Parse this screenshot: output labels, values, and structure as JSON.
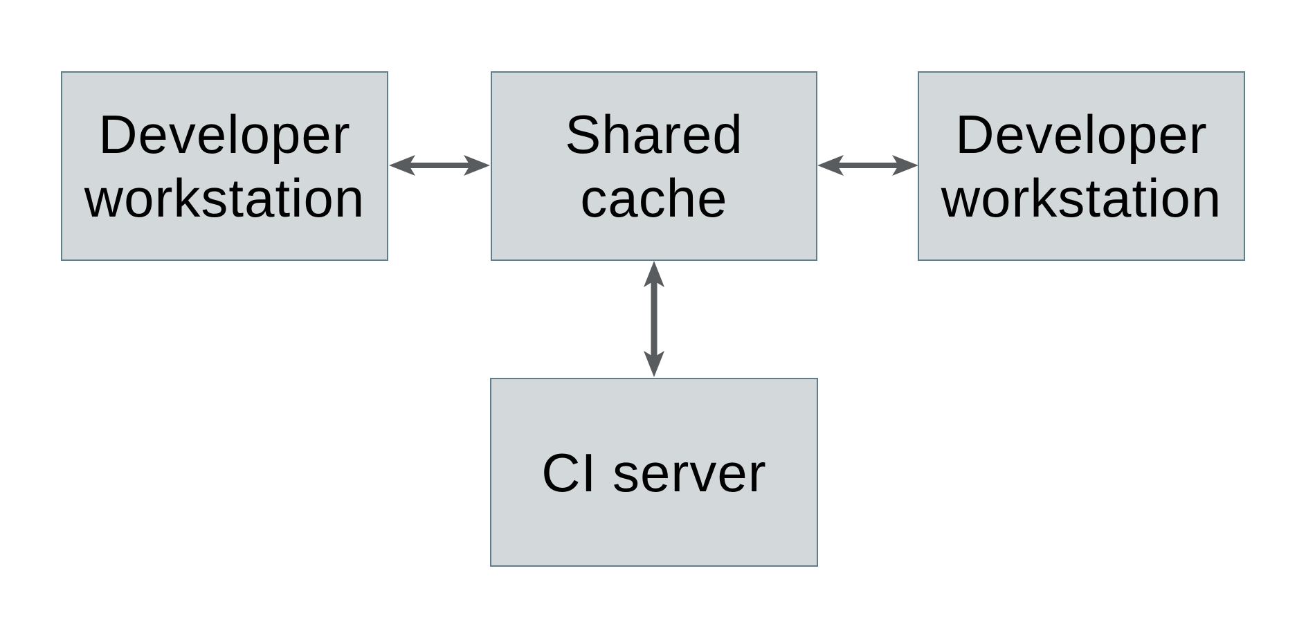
{
  "diagram": {
    "type": "architecture-diagram",
    "nodes": {
      "dev_left": {
        "id": "developer-workstation-left",
        "lines": [
          "Developer",
          "workstation"
        ]
      },
      "shared_cache": {
        "id": "shared-cache",
        "lines": [
          "Shared",
          "cache"
        ]
      },
      "dev_right": {
        "id": "developer-workstation-right",
        "lines": [
          "Developer",
          "workstation"
        ]
      },
      "ci_server": {
        "id": "ci-server",
        "lines": [
          "CI server"
        ]
      }
    },
    "edges": [
      {
        "from": "developer-workstation-left",
        "to": "shared-cache",
        "direction": "bidirectional",
        "orientation": "horizontal"
      },
      {
        "from": "shared-cache",
        "to": "developer-workstation-right",
        "direction": "bidirectional",
        "orientation": "horizontal"
      },
      {
        "from": "shared-cache",
        "to": "ci-server",
        "direction": "bidirectional",
        "orientation": "vertical"
      }
    ],
    "colors": {
      "background": "#ffffff",
      "node_fill": "#d3d9da",
      "node_border": "#5f7d8a",
      "arrow": "#595c5e",
      "text": "#000000"
    }
  }
}
